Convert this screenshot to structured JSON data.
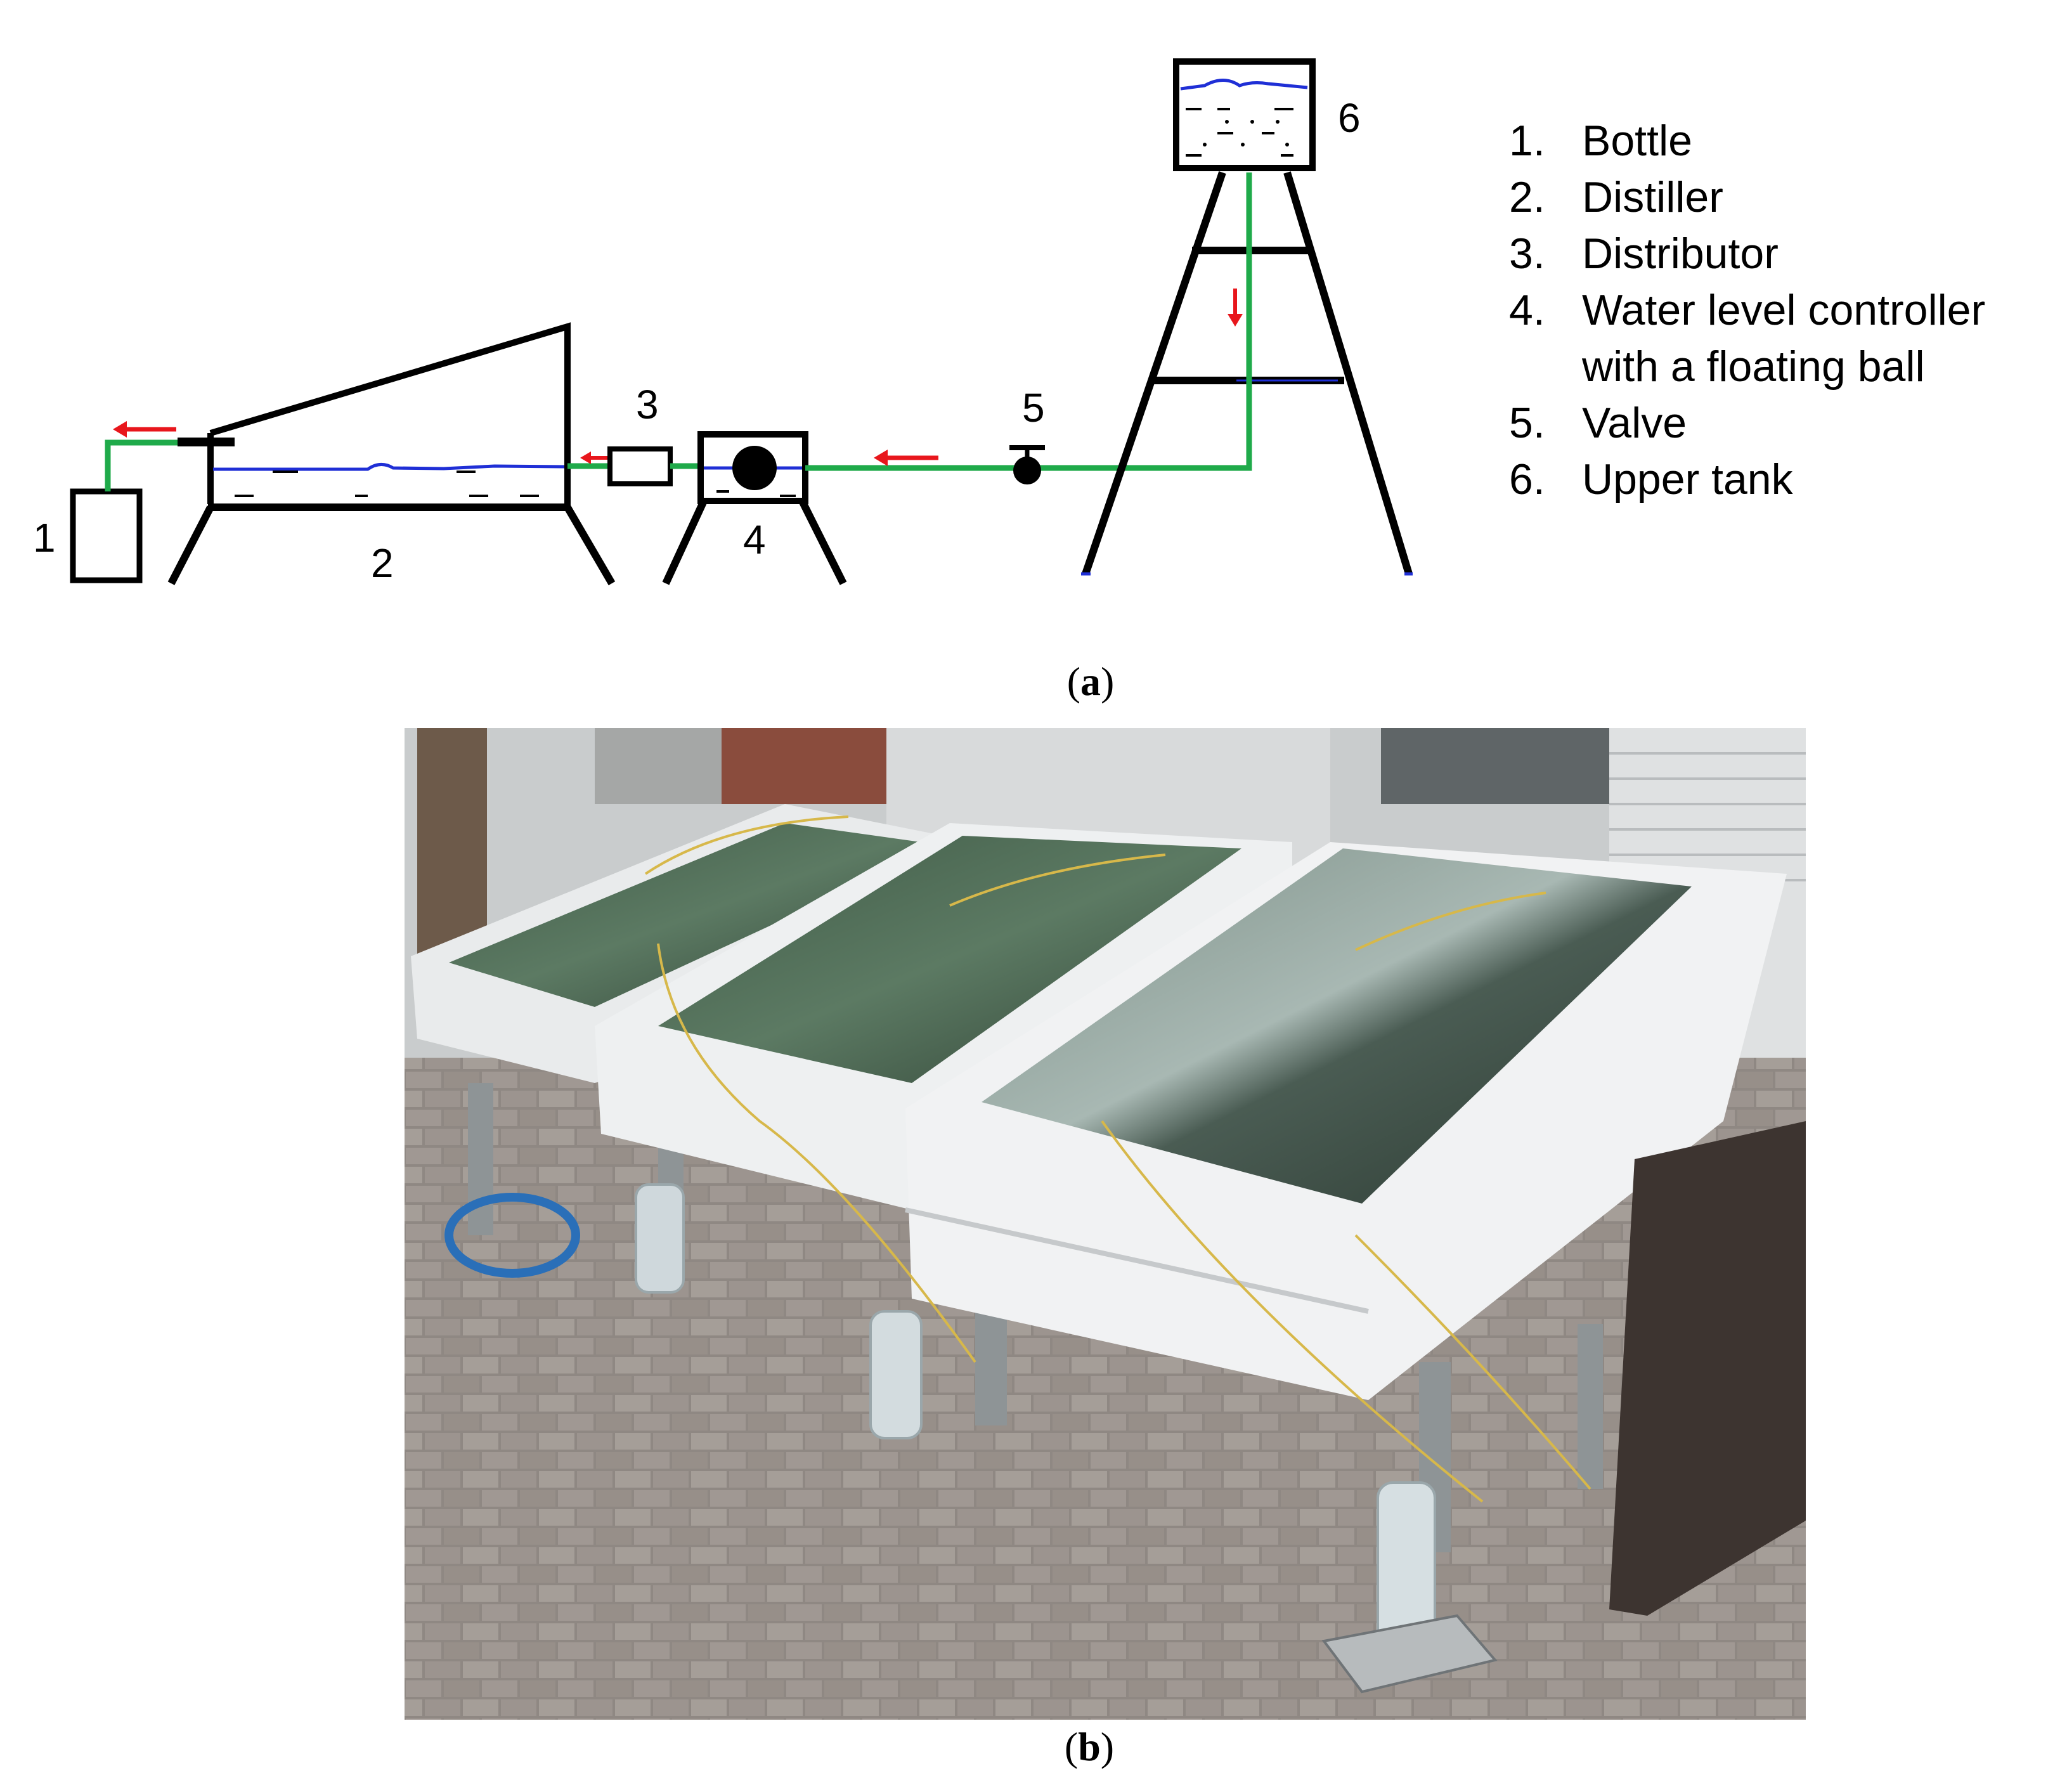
{
  "diagram": {
    "labels": {
      "bottle": "1",
      "distiller": "2",
      "distributor": "3",
      "level_controller": "4",
      "valve": "5",
      "upper_tank": "6"
    },
    "colors": {
      "pipe": "#1faa4a",
      "water": "#1f2fd6",
      "arrow": "#e8161c",
      "structure": "#000000"
    }
  },
  "legend": [
    {
      "num": "1.",
      "text": "Bottle"
    },
    {
      "num": "2.",
      "text": "Distiller"
    },
    {
      "num": "3.",
      "text": "Distributor"
    },
    {
      "num": "4.",
      "text": "Water level controller"
    },
    {
      "num": "",
      "text": "with a floating ball"
    },
    {
      "num": "5.",
      "text": "Valve"
    },
    {
      "num": "6.",
      "text": "Upper tank"
    }
  ],
  "captions": {
    "a_open": "(",
    "a": "a",
    "a_close": ")",
    "b_open": "(",
    "b": "b",
    "b_close": ")"
  }
}
